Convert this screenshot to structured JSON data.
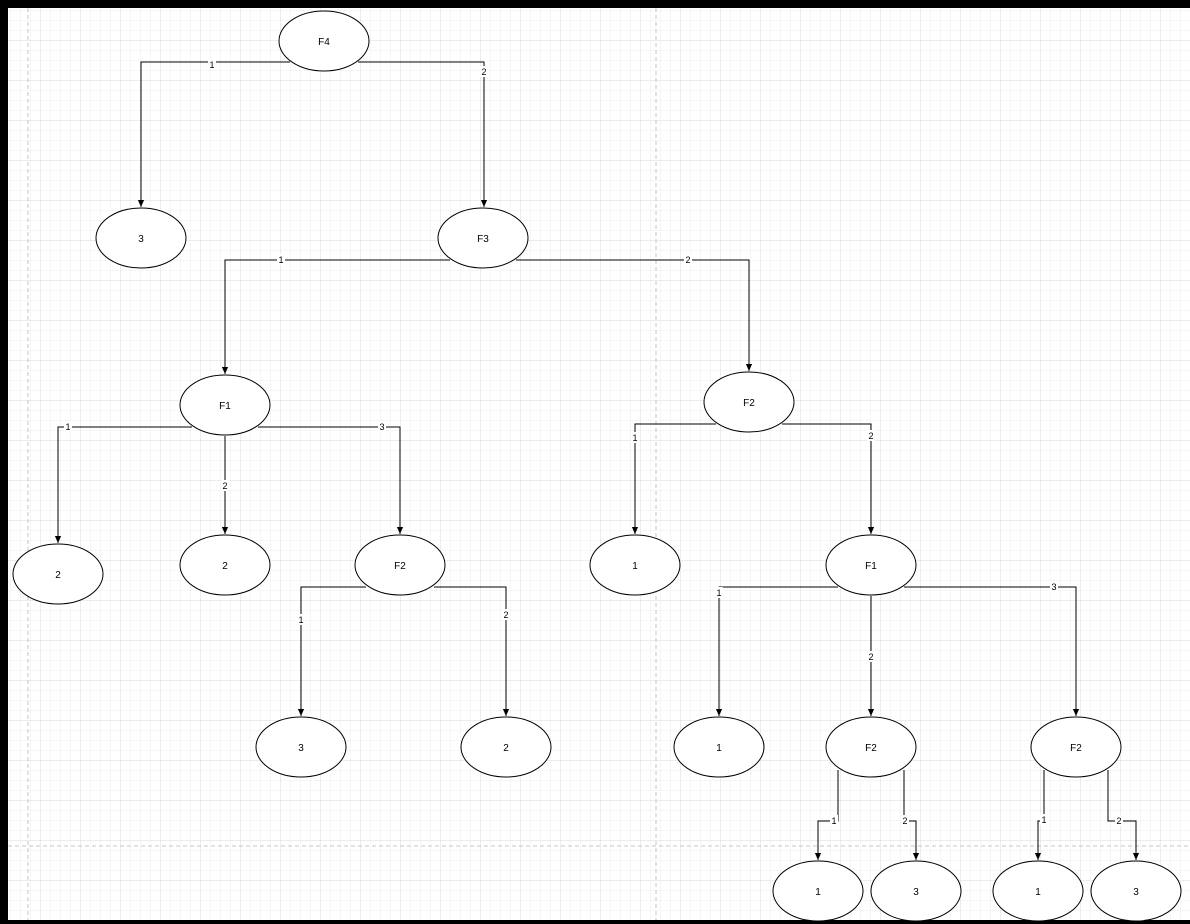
{
  "colors": {
    "background": "#ffffff",
    "grid_minor": "#ececec",
    "grid_major": "#d4d4d4",
    "page_break": "#bdbdbd",
    "frame": "#000000"
  },
  "nodes": [
    {
      "id": "n_f4",
      "label": "F4"
    },
    {
      "id": "n_3a",
      "label": "3"
    },
    {
      "id": "n_f3",
      "label": "F3"
    },
    {
      "id": "n_f1a",
      "label": "F1"
    },
    {
      "id": "n_f2a",
      "label": "F2"
    },
    {
      "id": "n_2a",
      "label": "2"
    },
    {
      "id": "n_2b",
      "label": "2"
    },
    {
      "id": "n_f2b",
      "label": "F2"
    },
    {
      "id": "n_1a",
      "label": "1"
    },
    {
      "id": "n_f1b",
      "label": "F1"
    },
    {
      "id": "n_3b",
      "label": "3"
    },
    {
      "id": "n_2c",
      "label": "2"
    },
    {
      "id": "n_1b",
      "label": "1"
    },
    {
      "id": "n_f2c",
      "label": "F2"
    },
    {
      "id": "n_f2d",
      "label": "F2"
    },
    {
      "id": "n_1c",
      "label": "1"
    },
    {
      "id": "n_3c",
      "label": "3"
    },
    {
      "id": "n_1d",
      "label": "1"
    },
    {
      "id": "n_3d",
      "label": "3"
    }
  ],
  "edges": [
    {
      "from": "n_f4",
      "to": "n_3a",
      "label": "1"
    },
    {
      "from": "n_f4",
      "to": "n_f3",
      "label": "2"
    },
    {
      "from": "n_f3",
      "to": "n_f1a",
      "label": "1"
    },
    {
      "from": "n_f3",
      "to": "n_f2a",
      "label": "2"
    },
    {
      "from": "n_f1a",
      "to": "n_2a",
      "label": "1"
    },
    {
      "from": "n_f1a",
      "to": "n_2b",
      "label": "2"
    },
    {
      "from": "n_f1a",
      "to": "n_f2b",
      "label": "3"
    },
    {
      "from": "n_f2b",
      "to": "n_3b",
      "label": "1"
    },
    {
      "from": "n_f2b",
      "to": "n_2c",
      "label": "2"
    },
    {
      "from": "n_f2a",
      "to": "n_1a",
      "label": "1"
    },
    {
      "from": "n_f2a",
      "to": "n_f1b",
      "label": "2"
    },
    {
      "from": "n_f1b",
      "to": "n_1b",
      "label": "1"
    },
    {
      "from": "n_f1b",
      "to": "n_f2c",
      "label": "2"
    },
    {
      "from": "n_f1b",
      "to": "n_f2d",
      "label": "3"
    },
    {
      "from": "n_f2c",
      "to": "n_1c",
      "label": "1"
    },
    {
      "from": "n_f2c",
      "to": "n_3c",
      "label": "2"
    },
    {
      "from": "n_f2d",
      "to": "n_1d",
      "label": "1"
    },
    {
      "from": "n_f2d",
      "to": "n_3d",
      "label": "2"
    }
  ]
}
